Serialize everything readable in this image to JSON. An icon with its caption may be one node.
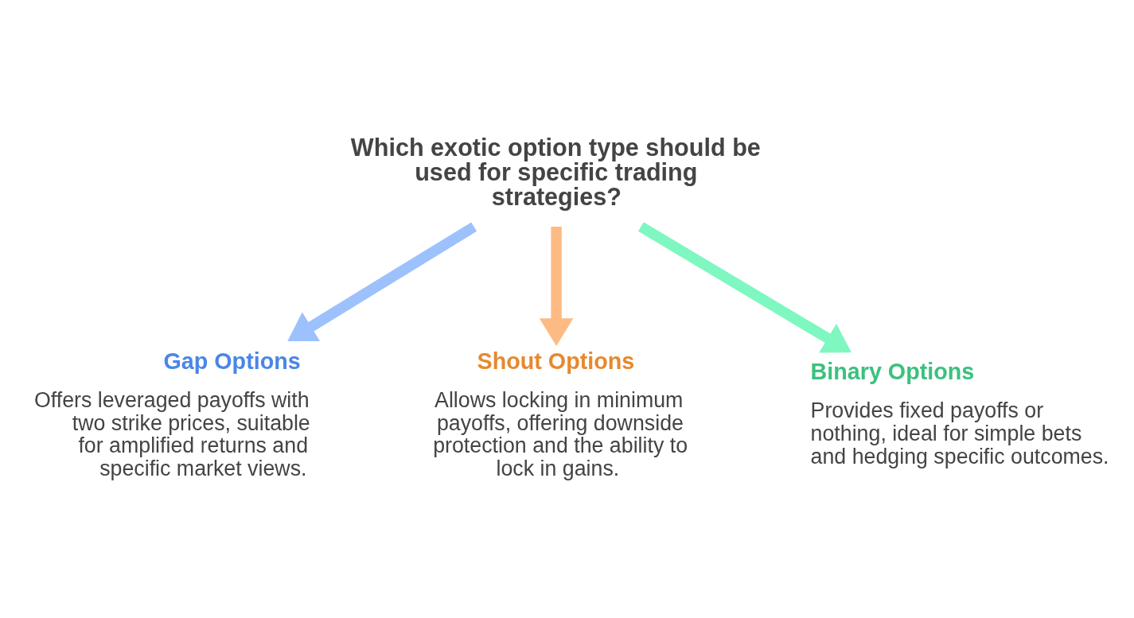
{
  "diagram": {
    "nodes": [
      {
        "text": [
          "Which exotic option type should be used for specific trading strategies?"
        ]
      },
      {
        "text": [
          "Gap Options",
          "Offers leveraged payoffs with two strike prices, suitable for amplified returns and specific market views."
        ]
      },
      {
        "text": [
          "Shout Options",
          "Allows locking in minimum payoffs, offering downside protection and the ability to lock in gains."
        ]
      },
      {
        "text": [
          "Binary Options",
          "Provides fixed payoffs or nothing, ideal for simple bets and hedging specific outcomes."
        ]
      }
    ],
    "edges": [
      {
        "from": 0,
        "to": 1,
        "arrow": "to",
        "color": "#9dc1fc"
      },
      {
        "from": 0,
        "to": 2,
        "arrow": "to",
        "color": "#fdbb83"
      },
      {
        "from": 0,
        "to": 3,
        "arrow": "to",
        "color": "#7ff7c0"
      }
    ]
  }
}
